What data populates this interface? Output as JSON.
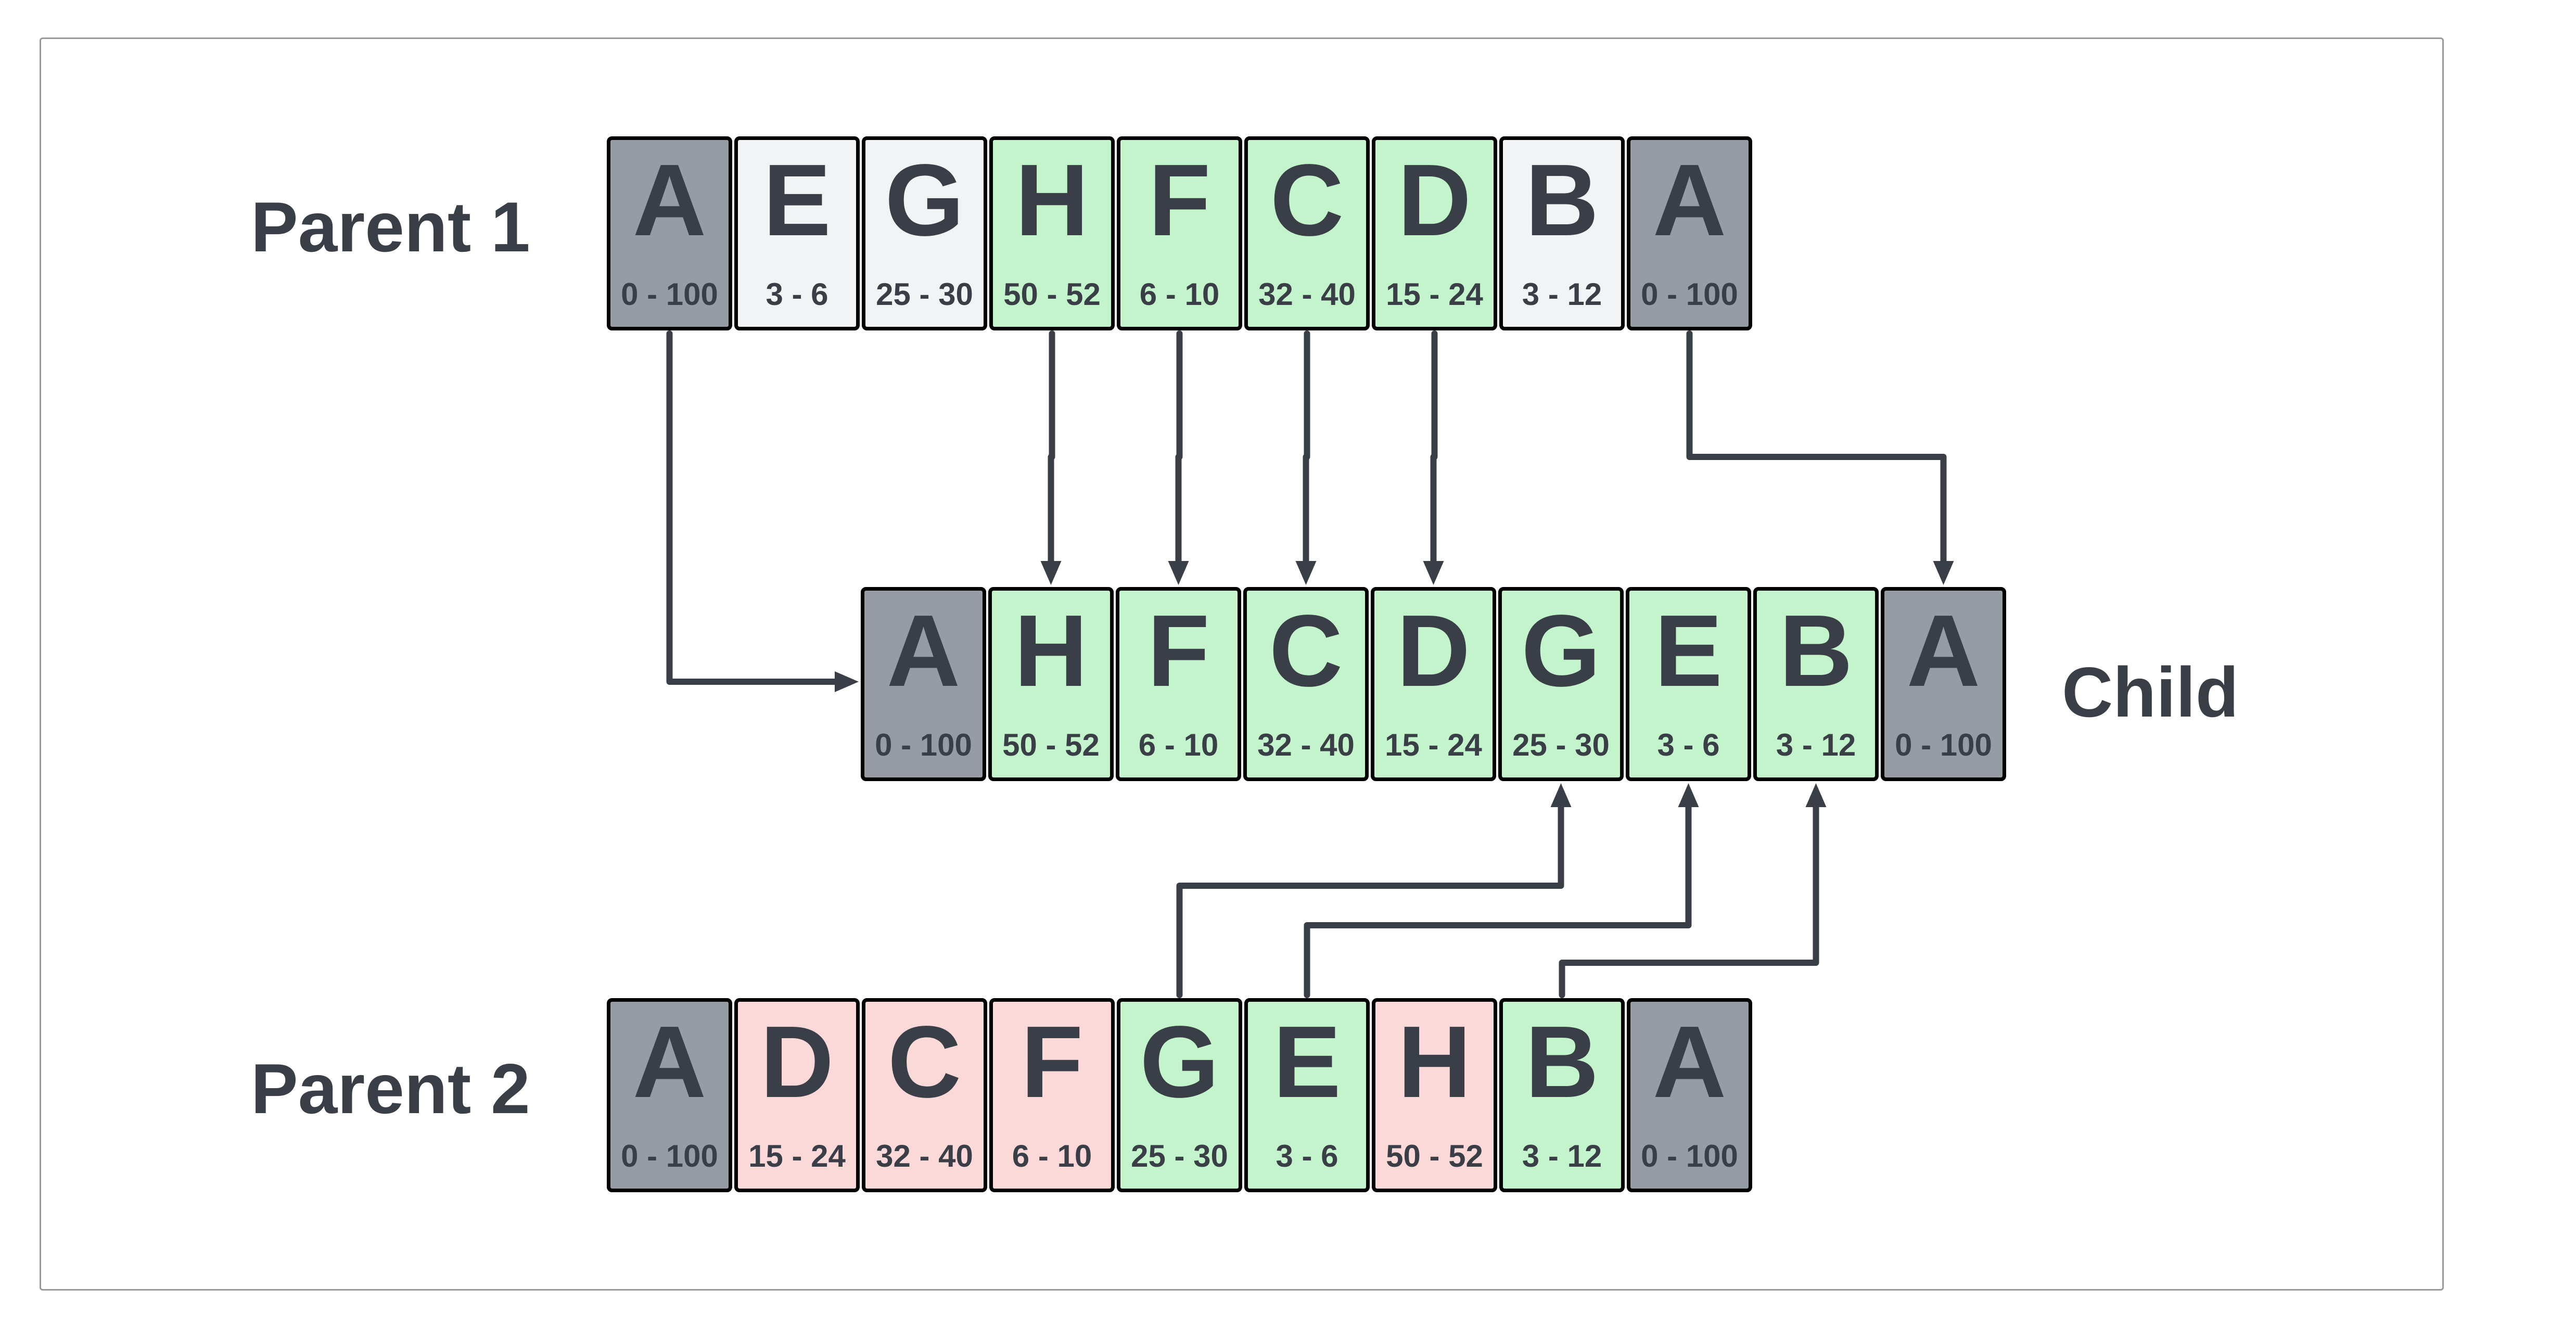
{
  "colors": {
    "fixed": "#979ba3",
    "kept": "#f2f3f5",
    "inherited": "#c4f4cc",
    "dropped": "#fcd9d9",
    "arrow": "#3a3f47",
    "text": "#3a3f47"
  },
  "rows": {
    "parent1": {
      "label": "Parent 1",
      "cells": [
        {
          "letter": "A",
          "range": "0 - 100",
          "status": "fixed"
        },
        {
          "letter": "E",
          "range": "3 - 6",
          "status": "kept"
        },
        {
          "letter": "G",
          "range": "25 - 30",
          "status": "kept"
        },
        {
          "letter": "H",
          "range": "50 - 52",
          "status": "inherited"
        },
        {
          "letter": "F",
          "range": "6 - 10",
          "status": "inherited"
        },
        {
          "letter": "C",
          "range": "32 - 40",
          "status": "inherited"
        },
        {
          "letter": "D",
          "range": "15 - 24",
          "status": "inherited"
        },
        {
          "letter": "B",
          "range": "3 - 12",
          "status": "kept"
        },
        {
          "letter": "A",
          "range": "0 - 100",
          "status": "fixed"
        }
      ]
    },
    "child": {
      "label": "Child",
      "cells": [
        {
          "letter": "A",
          "range": "0 - 100",
          "status": "fixed"
        },
        {
          "letter": "H",
          "range": "50 - 52",
          "status": "inherited"
        },
        {
          "letter": "F",
          "range": "6 - 10",
          "status": "inherited"
        },
        {
          "letter": "C",
          "range": "32 - 40",
          "status": "inherited"
        },
        {
          "letter": "D",
          "range": "15 - 24",
          "status": "inherited"
        },
        {
          "letter": "G",
          "range": "25 - 30",
          "status": "inherited"
        },
        {
          "letter": "E",
          "range": "3 - 6",
          "status": "inherited"
        },
        {
          "letter": "B",
          "range": "3 - 12",
          "status": "inherited"
        },
        {
          "letter": "A",
          "range": "0 - 100",
          "status": "fixed"
        }
      ]
    },
    "parent2": {
      "label": "Parent 2",
      "cells": [
        {
          "letter": "A",
          "range": "0 - 100",
          "status": "fixed"
        },
        {
          "letter": "D",
          "range": "15 - 24",
          "status": "dropped"
        },
        {
          "letter": "C",
          "range": "32 - 40",
          "status": "dropped"
        },
        {
          "letter": "F",
          "range": "6 - 10",
          "status": "dropped"
        },
        {
          "letter": "G",
          "range": "25 - 30",
          "status": "inherited"
        },
        {
          "letter": "E",
          "range": "3 - 6",
          "status": "inherited"
        },
        {
          "letter": "H",
          "range": "50 - 52",
          "status": "dropped"
        },
        {
          "letter": "B",
          "range": "3 - 12",
          "status": "inherited"
        },
        {
          "letter": "A",
          "range": "0 - 100",
          "status": "fixed"
        }
      ]
    }
  },
  "connections": [
    {
      "from": "parent1",
      "from_index": 0,
      "to": "child",
      "to_index": 0
    },
    {
      "from": "parent1",
      "from_index": 3,
      "to": "child",
      "to_index": 1
    },
    {
      "from": "parent1",
      "from_index": 4,
      "to": "child",
      "to_index": 2
    },
    {
      "from": "parent1",
      "from_index": 5,
      "to": "child",
      "to_index": 3
    },
    {
      "from": "parent1",
      "from_index": 6,
      "to": "child",
      "to_index": 4
    },
    {
      "from": "parent1",
      "from_index": 8,
      "to": "child",
      "to_index": 8
    },
    {
      "from": "parent2",
      "from_index": 4,
      "to": "child",
      "to_index": 5
    },
    {
      "from": "parent2",
      "from_index": 5,
      "to": "child",
      "to_index": 6
    },
    {
      "from": "parent2",
      "from_index": 7,
      "to": "child",
      "to_index": 7
    }
  ]
}
